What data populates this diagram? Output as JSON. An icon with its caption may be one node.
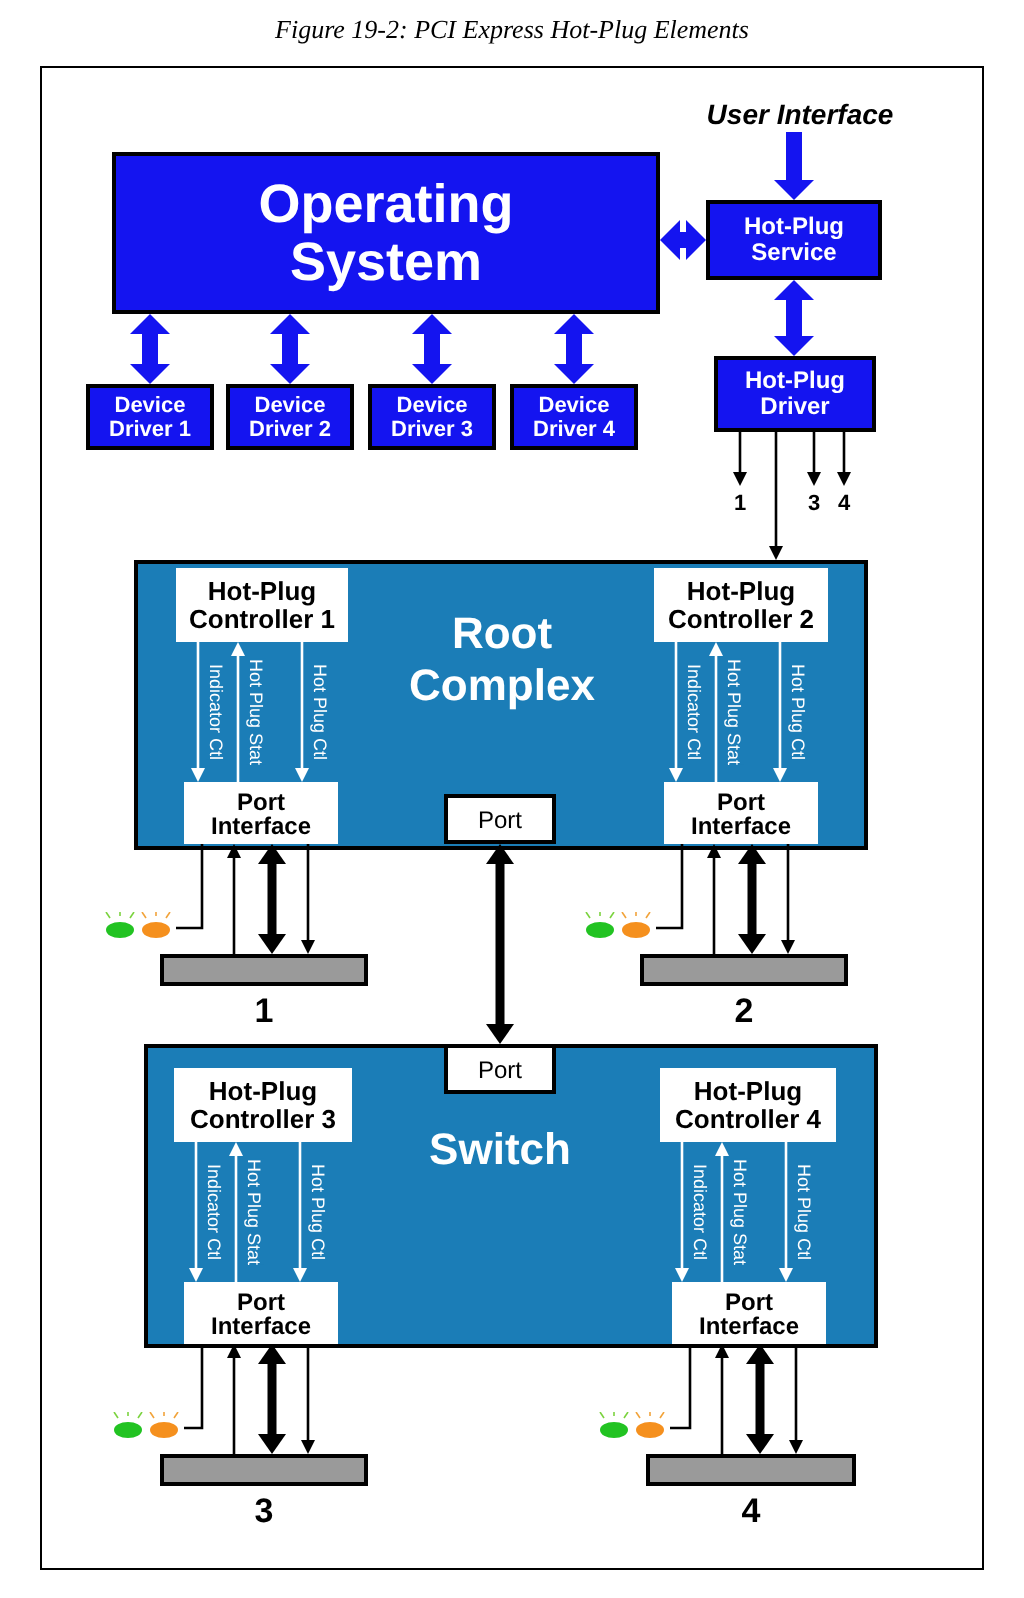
{
  "diagram": {
    "title": "Figure 19-2: PCI Express Hot-Plug Elements",
    "nodes": [
      {
        "text": [
          "Operating System"
        ]
      },
      {
        "text": [
          "Hot-Plug Service"
        ]
      },
      {
        "text": [
          "Device Driver 1"
        ]
      },
      {
        "text": [
          "Device Driver 2"
        ]
      },
      {
        "text": [
          "Device Driver 3"
        ]
      },
      {
        "text": [
          "Device Driver 4"
        ]
      },
      {
        "text": [
          "Hot-Plug Driver"
        ]
      },
      {
        "text": [
          "User Interface"
        ]
      },
      {
        "text": [
          "Root Complex"
        ]
      },
      {
        "text": [
          "Hot-Plug Controller 1"
        ],
        "in": 8
      },
      {
        "text": [
          "Port Interface"
        ],
        "in": 8
      },
      {
        "text": [
          "Hot-Plug Controller 2"
        ],
        "in": 8
      },
      {
        "text": [
          "Port Interface"
        ],
        "in": 8
      },
      {
        "text": [
          "Port"
        ],
        "in": 8
      },
      {
        "text": [
          "Switch"
        ]
      },
      {
        "text": [
          "Port"
        ],
        "in": 14
      },
      {
        "text": [
          "Hot-Plug Controller 3"
        ],
        "in": 14
      },
      {
        "text": [
          "Port Interface"
        ],
        "in": 14
      },
      {
        "text": [
          "Hot-Plug Controller 4"
        ],
        "in": 14
      },
      {
        "text": [
          "Port Interface"
        ],
        "in": 14
      },
      {
        "text": [],
        "shape": "bar",
        "beside": [
          "1"
        ]
      },
      {
        "text": [],
        "shape": "bar",
        "beside": [
          "2"
        ]
      },
      {
        "text": [],
        "shape": "bar",
        "beside": [
          "3"
        ]
      },
      {
        "text": [],
        "shape": "bar",
        "beside": [
          "4"
        ]
      },
      {
        "text": [],
        "shape": "lamp"
      },
      {
        "text": [],
        "shape": "lamp"
      },
      {
        "text": [],
        "shape": "lamp"
      },
      {
        "text": [],
        "shape": "lamp"
      }
    ],
    "edges": [
      {
        "from": 7,
        "to": 1,
        "arrow": "to",
        "style": "thick",
        "color": "#1414f0"
      },
      {
        "from": 0,
        "to": 1,
        "arrow": "both",
        "style": "thick",
        "color": "#1414f0"
      },
      {
        "from": 0,
        "to": 2,
        "arrow": "both",
        "style": "thick",
        "color": "#1414f0"
      },
      {
        "from": 0,
        "to": 3,
        "arrow": "both",
        "style": "thick",
        "color": "#1414f0"
      },
      {
        "from": 0,
        "to": 4,
        "arrow": "both",
        "style": "thick",
        "color": "#1414f0"
      },
      {
        "from": 0,
        "to": 5,
        "arrow": "both",
        "style": "thick",
        "color": "#1414f0"
      },
      {
        "from": 1,
        "to": 6,
        "arrow": "both",
        "style": "thick",
        "color": "#1414f0"
      },
      {
        "from": 6,
        "to": null,
        "arrow": "to",
        "label": "1"
      },
      {
        "from": 6,
        "to": null,
        "arrow": "to",
        "label": "3"
      },
      {
        "from": 6,
        "to": null,
        "arrow": "to",
        "label": "4"
      },
      {
        "from": 6,
        "to": 8,
        "arrow": "to"
      },
      {
        "from": 9,
        "to": 10,
        "arrow": "to",
        "label": "Indicator Ctl",
        "color": "#ffffff"
      },
      {
        "from": 10,
        "to": 9,
        "arrow": "to",
        "label": "Hot Plug Stat",
        "color": "#ffffff"
      },
      {
        "from": 9,
        "to": 10,
        "arrow": "to",
        "label": "Hot Plug Ctl",
        "color": "#ffffff"
      },
      {
        "from": 10,
        "to": 24,
        "arrow": "none"
      },
      {
        "from": 20,
        "to": 10,
        "arrow": "to"
      },
      {
        "from": 10,
        "to": 20,
        "arrow": "both",
        "style": "thick"
      },
      {
        "from": 10,
        "to": 20,
        "arrow": "to"
      },
      {
        "from": 11,
        "to": 12,
        "arrow": "to",
        "label": "Indicator Ctl",
        "color": "#ffffff"
      },
      {
        "from": 12,
        "to": 11,
        "arrow": "to",
        "label": "Hot Plug Stat",
        "color": "#ffffff"
      },
      {
        "from": 11,
        "to": 12,
        "arrow": "to",
        "label": "Hot Plug Ctl",
        "color": "#ffffff"
      },
      {
        "from": 12,
        "to": 25,
        "arrow": "none"
      },
      {
        "from": 21,
        "to": 12,
        "arrow": "to"
      },
      {
        "from": 12,
        "to": 21,
        "arrow": "both",
        "style": "thick"
      },
      {
        "from": 12,
        "to": 21,
        "arrow": "to"
      },
      {
        "from": 13,
        "to": 15,
        "arrow": "both",
        "style": "thick"
      },
      {
        "from": 16,
        "to": 17,
        "arrow": "to",
        "label": "Indicator Ctl",
        "color": "#ffffff"
      },
      {
        "from": 17,
        "to": 16,
        "arrow": "to",
        "label": "Hot Plug Stat",
        "color": "#ffffff"
      },
      {
        "from": 16,
        "to": 17,
        "arrow": "to",
        "label": "Hot Plug Ctl",
        "color": "#ffffff"
      },
      {
        "from": 17,
        "to": 26,
        "arrow": "none"
      },
      {
        "from": 22,
        "to": 17,
        "arrow": "to"
      },
      {
        "from": 17,
        "to": 22,
        "arrow": "both",
        "style": "thick"
      },
      {
        "from": 17,
        "to": 22,
        "arrow": "to"
      },
      {
        "from": 18,
        "to": 19,
        "arrow": "to",
        "label": "Indicator Ctl",
        "color": "#ffffff"
      },
      {
        "from": 19,
        "to": 18,
        "arrow": "to",
        "label": "Hot Plug Stat",
        "color": "#ffffff"
      },
      {
        "from": 18,
        "to": 19,
        "arrow": "to",
        "label": "Hot Plug Ctl",
        "color": "#ffffff"
      },
      {
        "from": 19,
        "to": 27,
        "arrow": "none"
      },
      {
        "from": 23,
        "to": 19,
        "arrow": "to"
      },
      {
        "from": 19,
        "to": 23,
        "arrow": "both",
        "style": "thick"
      },
      {
        "from": 19,
        "to": 23,
        "arrow": "to"
      }
    ]
  }
}
